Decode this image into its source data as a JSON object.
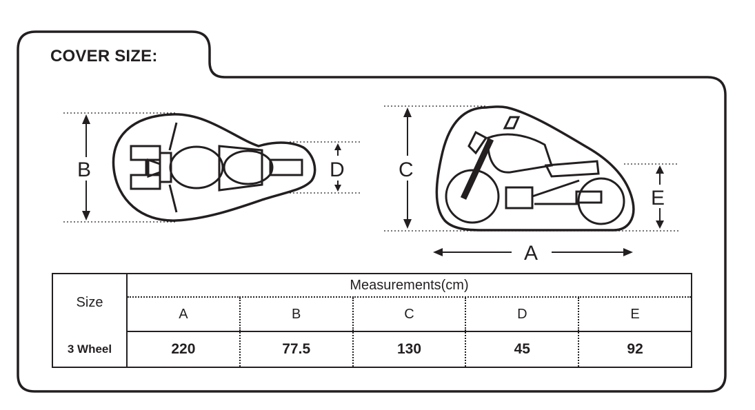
{
  "title": "COVER SIZE:",
  "diagram": {
    "top_view_labels": {
      "b": "B",
      "d": "D"
    },
    "side_view_labels": {
      "c": "C",
      "e": "E",
      "a": "A"
    }
  },
  "table": {
    "size_header": "Size",
    "measurements_header": "Measurements(cm)",
    "columns": [
      "A",
      "B",
      "C",
      "D",
      "E"
    ],
    "rows": [
      {
        "size": "3 Wheel",
        "values": [
          "220",
          "77.5",
          "130",
          "45",
          "92"
        ]
      }
    ]
  },
  "colors": {
    "ink": "#231f20",
    "background": "#ffffff"
  }
}
